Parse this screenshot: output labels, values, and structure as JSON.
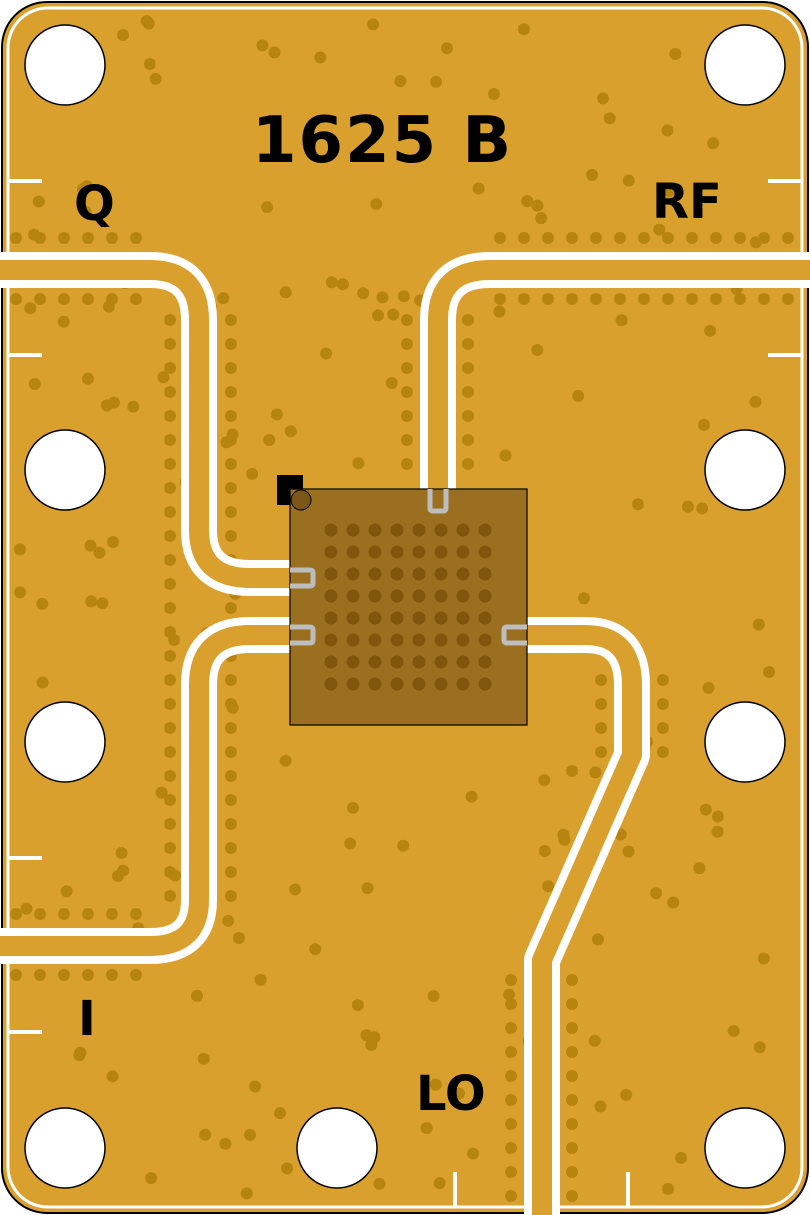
{
  "board": {
    "part_number": "1625 B",
    "ports": {
      "q": "Q",
      "rf": "RF",
      "i": "I",
      "lo": "LO"
    }
  },
  "colors": {
    "substrate": "#D9A02E",
    "via": "#B88410",
    "chip": "#9A7020",
    "chip_ball": "#7F560C",
    "pad": "#BDBDBD",
    "outline": "#000000"
  }
}
